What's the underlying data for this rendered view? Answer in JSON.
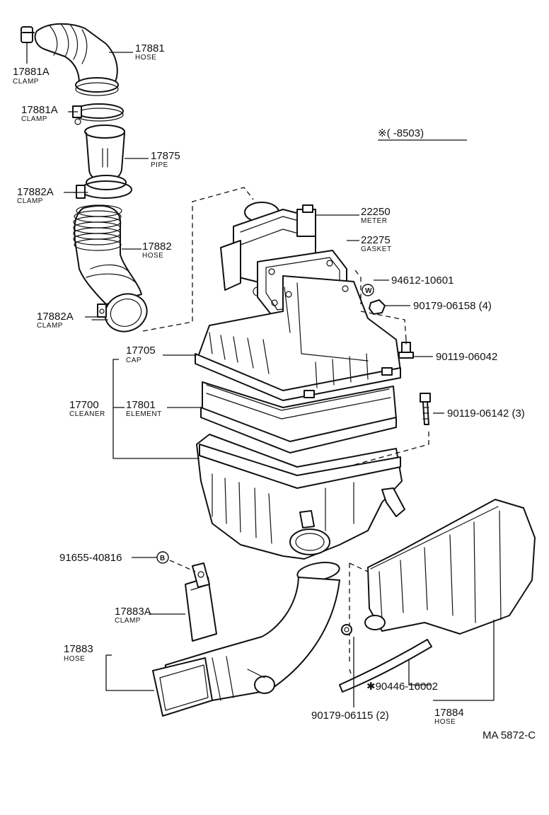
{
  "note": {
    "range": "※(    -8503)"
  },
  "parts": {
    "hose_17881": {
      "number": "17881",
      "name": "HOSE"
    },
    "clamp_17881a_top": {
      "number": "17881A",
      "name": "CLAMP"
    },
    "clamp_17881a_mid": {
      "number": "17881A",
      "name": "CLAMP"
    },
    "pipe_17875": {
      "number": "17875",
      "name": "PIPE"
    },
    "clamp_17882a_top": {
      "number": "17882A",
      "name": "CLAMP"
    },
    "hose_17882": {
      "number": "17882",
      "name": "HOSE"
    },
    "clamp_17882a_bot": {
      "number": "17882A",
      "name": "CLAMP"
    },
    "meter_22250": {
      "number": "22250",
      "name": "METER"
    },
    "gasket_22275": {
      "number": "22275",
      "name": "GASKET"
    },
    "bolt_94612": {
      "number": "94612-10601",
      "marker": "W"
    },
    "nut_90179_06158": {
      "number": "90179-06158 (4)"
    },
    "bolt_90119_06042": {
      "number": "90119-06042"
    },
    "bolt_90119_06142": {
      "number": "90119-06142 (3)"
    },
    "cap_17705": {
      "number": "17705",
      "name": "CAP"
    },
    "cleaner_17700": {
      "number": "17700",
      "name": "CLEANER"
    },
    "element_17801": {
      "number": "17801",
      "name": "ELEMENT"
    },
    "bolt_91655": {
      "number": "91655-40816",
      "marker": "B"
    },
    "clamp_17883a": {
      "number": "17883A",
      "name": "CLAMP"
    },
    "hose_17883": {
      "number": "17883",
      "name": "HOSE"
    },
    "hose_90446": {
      "number": "✱90446-16002"
    },
    "nut_90179_06115": {
      "number": "90179-06115 (2)"
    },
    "hose_17884": {
      "number": "17884",
      "name": "HOSE"
    }
  },
  "footer": {
    "ref": "MA 5872-C"
  }
}
